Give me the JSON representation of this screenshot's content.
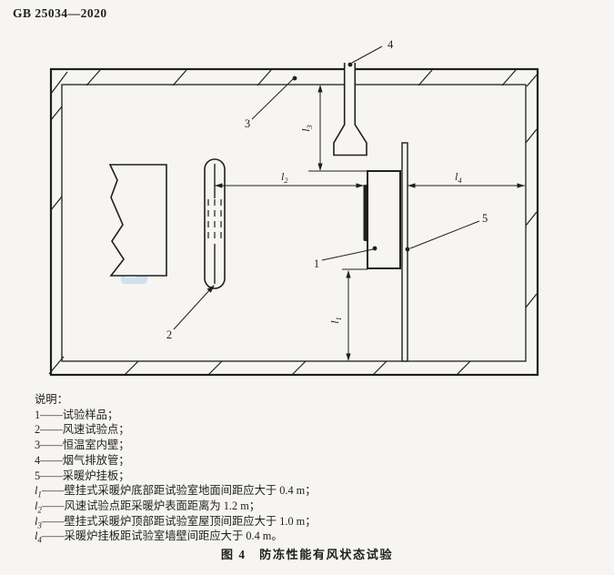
{
  "page": {
    "header": "GB 25034—2020",
    "caption": "图 4　防冻性能有风状态试验"
  },
  "legend": {
    "title": "说明：",
    "items": [
      {
        "num": "1",
        "text": "——试验样品；"
      },
      {
        "num": "2",
        "text": "——风速试验点；"
      },
      {
        "num": "3",
        "text": "——恒温室内壁；"
      },
      {
        "num": "4",
        "text": "——烟气排放管；"
      },
      {
        "num": "5",
        "text": "——采暖炉挂板；"
      }
    ],
    "dims": [
      {
        "sym": "l",
        "sub": "1",
        "text": "——壁挂式采暖炉底部距试验室地面间距应大于 0.4 m；"
      },
      {
        "sym": "l",
        "sub": "2",
        "text": "——风速试验点距采暖炉表面距离为 1.2 m；"
      },
      {
        "sym": "l",
        "sub": "3",
        "text": "——壁挂式采暖炉顶部距试验室屋顶间距应大于 1.0 m；"
      },
      {
        "sym": "l",
        "sub": "4",
        "text": "——采暖炉挂板距试验室墙壁间距应大于 0.4 m。"
      }
    ]
  },
  "figure": {
    "callouts": {
      "sample": "1",
      "wind_point": "2",
      "inner_wall": "3",
      "flue_pipe": "4",
      "mount_plate": "5"
    },
    "dim_labels": {
      "l1": {
        "sym": "l",
        "sub": "1"
      },
      "l2": {
        "sym": "l",
        "sub": "2"
      },
      "l3": {
        "sym": "l",
        "sub": "3"
      },
      "l4": {
        "sym": "l",
        "sub": "4"
      }
    }
  },
  "colors": {
    "line": "#1f1f1f",
    "background": "#f6f5f2",
    "watermark": "#a8c8ea"
  }
}
